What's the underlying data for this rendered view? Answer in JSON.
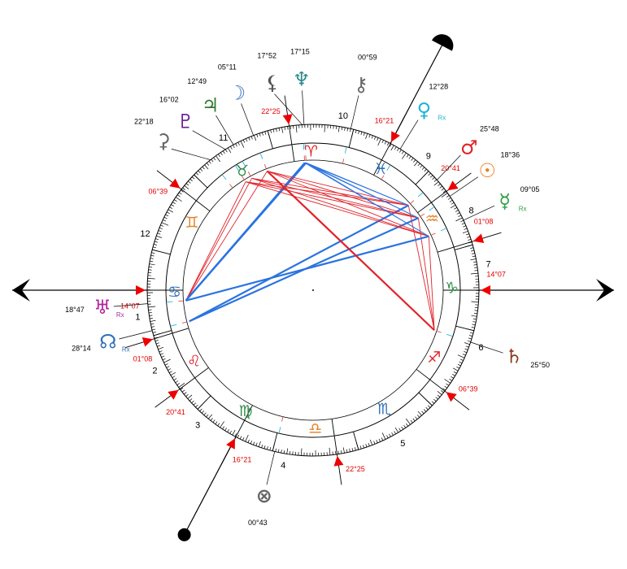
{
  "chart_data": {
    "type": "natal-wheel",
    "houses": [
      {
        "number": "1",
        "glyph_color": "#000000"
      },
      {
        "number": "2"
      },
      {
        "number": "3"
      },
      {
        "number": "4"
      },
      {
        "number": "5"
      },
      {
        "number": "6"
      },
      {
        "number": "7"
      },
      {
        "number": "8"
      },
      {
        "number": "9"
      },
      {
        "number": "10"
      },
      {
        "number": "11"
      },
      {
        "number": "12"
      }
    ],
    "house_cusps": [
      {
        "house": 1,
        "lon": 104.117,
        "label": "14°07"
      },
      {
        "house": 2,
        "lon": 121.133,
        "label": "01°08"
      },
      {
        "house": 3,
        "lon": 140.683,
        "label": "20°41"
      },
      {
        "house": 4,
        "lon": 166.35,
        "label": "16°21"
      },
      {
        "house": 5,
        "lon": 202.417,
        "label": "22°25"
      },
      {
        "house": 6,
        "lon": 246.65,
        "label": "06°39"
      },
      {
        "house": 7,
        "lon": 284.117,
        "label": "14°07"
      },
      {
        "house": 8,
        "lon": 301.133,
        "label": "01°08"
      },
      {
        "house": 9,
        "lon": 320.683,
        "label": "20°41"
      },
      {
        "house": 10,
        "lon": 346.35,
        "label": "16°21"
      },
      {
        "house": 11,
        "lon": 22.417,
        "label": "22°25"
      },
      {
        "house": 12,
        "lon": 66.65,
        "label": "06°39"
      }
    ],
    "signs": [
      {
        "name": "Aries",
        "glyph": "♈",
        "color": "#e0232a"
      },
      {
        "name": "Taurus",
        "glyph": "♉",
        "color": "#2e8b45"
      },
      {
        "name": "Gemini",
        "glyph": "♊",
        "color": "#e67e22"
      },
      {
        "name": "Cancer",
        "glyph": "♋",
        "color": "#2f6fb8"
      },
      {
        "name": "Leo",
        "glyph": "♌",
        "color": "#e0232a"
      },
      {
        "name": "Virgo",
        "glyph": "♍",
        "color": "#2e8b45"
      },
      {
        "name": "Libra",
        "glyph": "♎",
        "color": "#e67e22"
      },
      {
        "name": "Scorpio",
        "glyph": "♏",
        "color": "#2f6fb8"
      },
      {
        "name": "Sagittarius",
        "glyph": "♐",
        "color": "#e0232a"
      },
      {
        "name": "Capricorn",
        "glyph": "♑",
        "color": "#2e8b45"
      },
      {
        "name": "Aquarius",
        "glyph": "♒",
        "color": "#e67e22"
      },
      {
        "name": "Pisces",
        "glyph": "♓",
        "color": "#2f6fb8"
      }
    ],
    "planets": [
      {
        "name": "Sun",
        "glyph": "☉",
        "lon": 318.6,
        "label": "18°36",
        "color": "#e67e22",
        "rx": false
      },
      {
        "name": "Moon",
        "glyph": "☽",
        "lon": 35.183,
        "label": "05°11",
        "color": "#2f6fb8",
        "rx": false
      },
      {
        "name": "Mercury",
        "glyph": "☿",
        "lon": 309.083,
        "label": "09°05",
        "color": "#2ea043",
        "rx": true
      },
      {
        "name": "Venus",
        "glyph": "♀",
        "lon": 342.467,
        "label": "12°28",
        "color": "#1fb5d5",
        "rx": true
      },
      {
        "name": "Mars",
        "glyph": "♂",
        "lon": 325.8,
        "label": "25°48",
        "color": "#e0232a",
        "rx": false
      },
      {
        "name": "Jupiter",
        "glyph": "♃",
        "lon": 42.817,
        "label": "12°49",
        "color": "#2e7d32",
        "rx": false
      },
      {
        "name": "Saturn",
        "glyph": "♄",
        "lon": 265.833,
        "label": "25°50",
        "color": "#8b3a1a",
        "rx": false
      },
      {
        "name": "Uranus",
        "glyph": "♅",
        "lon": 108.783,
        "label": "18°47",
        "color": "#b0269b",
        "rx": true
      },
      {
        "name": "Neptune",
        "glyph": "♆",
        "lon": 17.25,
        "label": "17°15",
        "color": "#2e8b8b",
        "rx": false
      },
      {
        "name": "Pluto",
        "glyph": "♇",
        "lon": 46.033,
        "label": "16°02",
        "color": "#6a1b9a",
        "rx": false
      },
      {
        "name": "Node",
        "glyph": "☊",
        "lon": 118.233,
        "label": "28°14",
        "color": "#2f6fb8",
        "rx": true
      },
      {
        "name": "Lilith",
        "glyph": "⚸",
        "lon": 17.867,
        "label": "17°52",
        "color": "#555555",
        "rx": false
      },
      {
        "name": "Chiron",
        "glyph": "⚷",
        "lon": 0.983,
        "label": "00°59",
        "color": "#666666",
        "rx": false
      },
      {
        "name": "Ceres",
        "glyph": "⚳",
        "lon": 52.3,
        "label": "22°18",
        "color": "#666666",
        "rx": false
      },
      {
        "name": "Fortune",
        "glyph": "⊗",
        "lon": 180.717,
        "label": "00°43",
        "color": "#666666",
        "rx": false
      }
    ],
    "rx_label": "Rx",
    "aspects": [
      {
        "from": "Moon",
        "to": "Uranus",
        "kind": "square"
      },
      {
        "from": "Jupiter",
        "to": "Uranus",
        "kind": "square"
      },
      {
        "from": "Pluto",
        "to": "Uranus",
        "kind": "square"
      },
      {
        "from": "Neptune",
        "to": "Uranus",
        "kind": "trine"
      },
      {
        "from": "Lilith",
        "to": "Uranus",
        "kind": "trine"
      },
      {
        "from": "Sun",
        "to": "Node",
        "kind": "trine"
      },
      {
        "from": "Mars",
        "to": "Node",
        "kind": "trine"
      },
      {
        "from": "Sun",
        "to": "Saturn",
        "kind": "square"
      },
      {
        "from": "Mercury",
        "to": "Saturn",
        "kind": "square"
      },
      {
        "from": "Mars",
        "to": "Saturn",
        "kind": "square"
      },
      {
        "from": "Mercury",
        "to": "Uranus",
        "kind": "trine"
      },
      {
        "from": "Sun",
        "to": "Jupiter",
        "kind": "square"
      },
      {
        "from": "Sun",
        "to": "Moon",
        "kind": "square"
      },
      {
        "from": "Mars",
        "to": "Moon",
        "kind": "square"
      },
      {
        "from": "Moon",
        "to": "Saturn",
        "kind": "opposition"
      },
      {
        "from": "Mercury",
        "to": "Jupiter",
        "kind": "square"
      },
      {
        "from": "Mercury",
        "to": "Pluto",
        "kind": "square"
      },
      {
        "from": "Sun",
        "to": "Pluto",
        "kind": "square"
      },
      {
        "from": "Mercury",
        "to": "Moon",
        "kind": "square"
      },
      {
        "from": "Mars",
        "to": "Pluto",
        "kind": "square"
      },
      {
        "from": "Mars",
        "to": "Jupiter",
        "kind": "square"
      },
      {
        "from": "Neptune",
        "to": "Mars",
        "kind": "sextile"
      },
      {
        "from": "Lilith",
        "to": "Mars",
        "kind": "sextile"
      },
      {
        "from": "Neptune",
        "to": "Sun",
        "kind": "sextile"
      },
      {
        "from": "Lilith",
        "to": "Sun",
        "kind": "sextile"
      },
      {
        "from": "Neptune",
        "to": "Mercury",
        "kind": "sextile"
      },
      {
        "from": "Lilith",
        "to": "Mercury",
        "kind": "sextile"
      }
    ],
    "aspect_colors": {
      "square": "#e0232a",
      "opposition": "#e0232a",
      "trine": "#2a73e0",
      "sextile": "#2a73e0",
      "quincunx": "#2ea043"
    }
  }
}
